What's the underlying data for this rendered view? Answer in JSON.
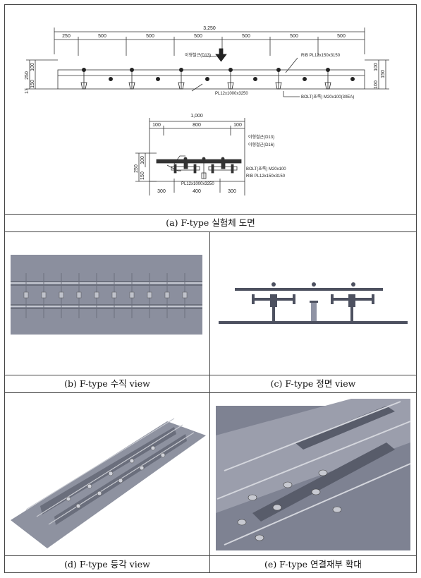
{
  "drawing": {
    "total_width": "3,250",
    "top_dims": [
      "250",
      "500",
      "500",
      "500",
      "500",
      "500",
      "500"
    ],
    "left_dims": [
      "250",
      "150",
      "100",
      "17"
    ],
    "right_dims": [
      "100",
      "150",
      "100"
    ],
    "label_rebar_d13": "이형철근(D13)",
    "label_rib": "RIB PL12x150x3150",
    "label_plate": "PL12x1000x3250",
    "label_bolt": "BOLT(초록) M20x100(30EA)",
    "sec_width": "1,000",
    "sec_dims": [
      "100",
      "800",
      "100"
    ],
    "sec_left_dims": [
      "250",
      "100",
      "150"
    ],
    "sec_label_d13": "이형철근(D13)",
    "sec_label_d16": "이형철근(D16)",
    "sec_label_bolt": "BOLT(초록) M20x100",
    "sec_label_rib": "RIB PL12x150x3150",
    "sec_label_plate": "PL12x1000x3250",
    "sec_bottom_dims": [
      "300",
      "400",
      "300"
    ]
  },
  "captions": {
    "a": "(a) F-type 실험체 도면",
    "b": "(b) F-type 수직 view",
    "c": "(c) F-type 정면 view",
    "d": "(d) F-type 등각 view",
    "e": "(e) F-type 연결재부 확대"
  }
}
